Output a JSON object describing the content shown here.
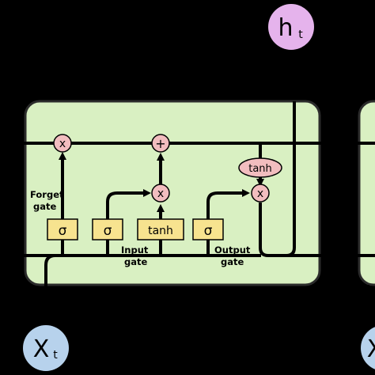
{
  "colors": {
    "background": "#000000",
    "cell_fill": "#d9f0c2",
    "cell_border": "#2b2b2b",
    "gate_fill": "#f7e38f",
    "operation_fill": "#f2bdbf",
    "io_fill": "#e5b3ec",
    "input_fill": "#b7d2ec",
    "line": "#000000"
  },
  "io": {
    "output_main": "h",
    "output_sub": "t",
    "input_main": "X",
    "input_sub": "t",
    "next_input_main": "X"
  },
  "operations": {
    "multiply": "x",
    "add": "+",
    "tanh": "tanh"
  },
  "gates": {
    "sigma": "σ",
    "tanh": "tanh"
  },
  "labels": {
    "forget_line1": "Forget",
    "forget_line2": "gate",
    "input_line1": "Input",
    "input_line2": "gate",
    "output_line1": "Output",
    "output_line2": "gate"
  }
}
